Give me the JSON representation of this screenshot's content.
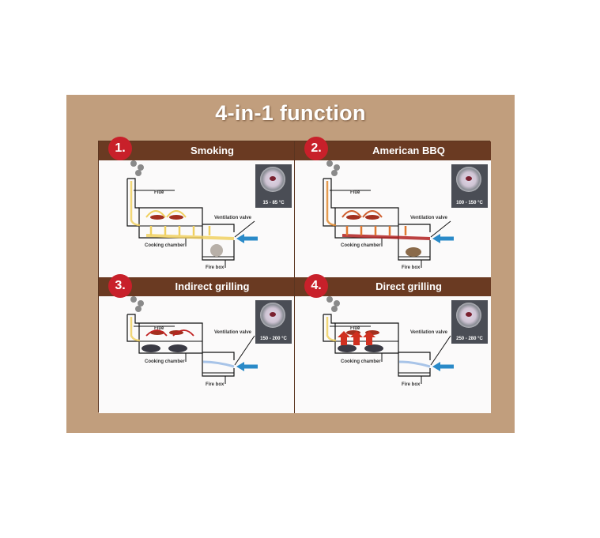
{
  "title": "4-in-1 function",
  "panels": [
    {
      "number": "1.",
      "label": "Smoking",
      "temp": "15 - 85 °C",
      "mode": "smoking",
      "labels": {
        "flue": "Flue",
        "valve": "Ventilation valve",
        "chamber": "Cooking chamber",
        "firebox": "Fire box"
      }
    },
    {
      "number": "2.",
      "label": "American BBQ",
      "temp": "100 - 150 °C",
      "mode": "bbq",
      "labels": {
        "flue": "Flue",
        "valve": "Ventilation valve",
        "chamber": "Cooking chamber",
        "firebox": "Fire box"
      }
    },
    {
      "number": "3.",
      "label": "Indirect grilling",
      "temp": "150 - 200 °C",
      "mode": "indirect",
      "labels": {
        "flue": "Flue",
        "valve": "Ventilation valve",
        "chamber": "Cooking chamber",
        "firebox": "Fire box"
      }
    },
    {
      "number": "4.",
      "label": "Direct grilling",
      "temp": "250 - 280 °C",
      "mode": "direct",
      "labels": {
        "flue": "Flue",
        "valve": "Ventilation valve",
        "chamber": "Cooking chamber",
        "firebox": "Fire box"
      }
    }
  ],
  "colors": {
    "header": "#6a3a22",
    "badge": "#c8202a",
    "board": "#c19e7d",
    "air": "#2a8ac8"
  }
}
